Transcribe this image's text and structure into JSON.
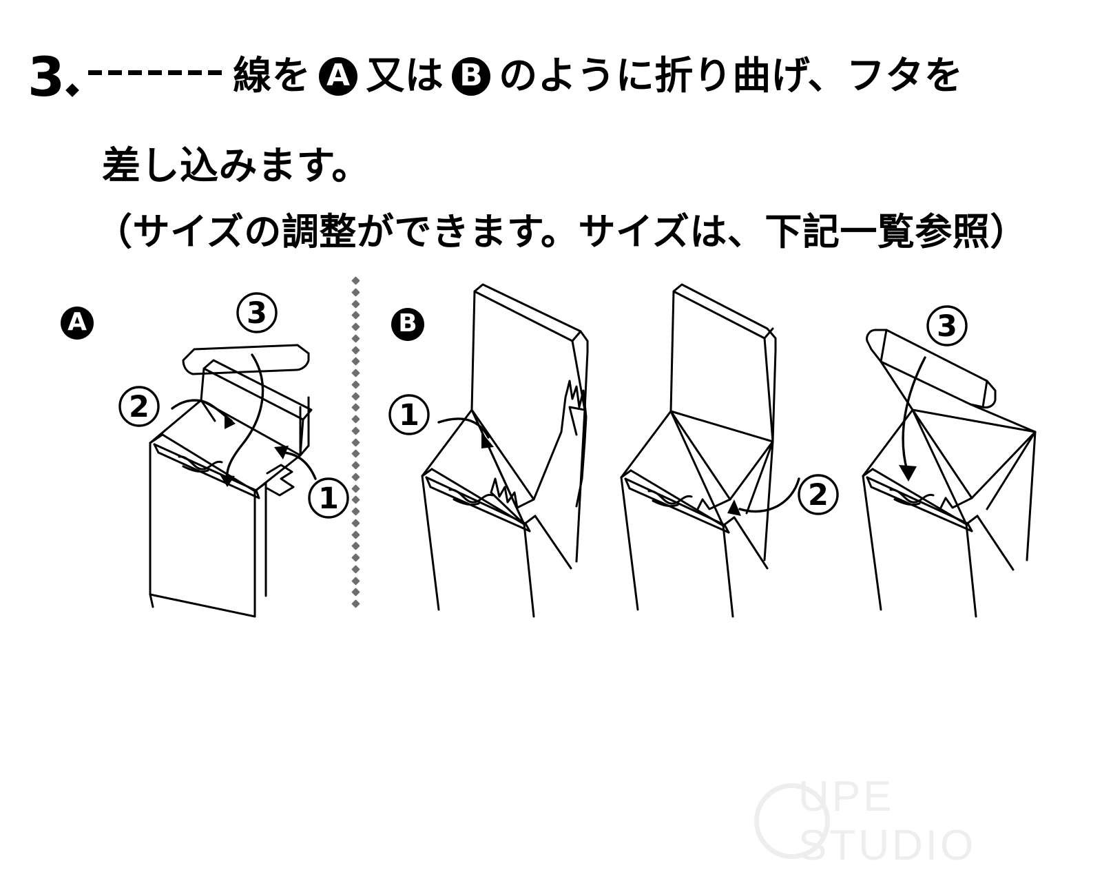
{
  "document": {
    "language": "ja",
    "kind": "assembly-instruction-step",
    "background_color": "#ffffff",
    "ink_color": "#000000"
  },
  "heading": {
    "step_number": "3",
    "step_separator": ".",
    "dash_segment_count": 7,
    "line1_prefix": "線を",
    "badge_a": "A",
    "line1_middle": "又は",
    "badge_b": "B",
    "line1_suffix": "のように折り曲げ、フタを",
    "line2": "差し込みます。",
    "line3": "（サイズの調整ができます。サイズは、下記一覧参照）",
    "full_text": "3. ------ 線を Ⓐ 又は Ⓑ のように折り曲げ、フタを差し込みます。（サイズの調整ができます。サイズは、下記一覧参照）"
  },
  "divider": {
    "style": "vertical-diamond-dots",
    "color": "#6e6e6e",
    "dot_count": 29
  },
  "panels": [
    {
      "id": "A",
      "badge_label": "A",
      "figure_count": 1,
      "figures": [
        {
          "id": "fig-a",
          "callouts": [
            {
              "label": "1",
              "position": "bottom-right"
            },
            {
              "label": "2",
              "position": "mid-left"
            },
            {
              "label": "3",
              "position": "top-right"
            }
          ]
        }
      ]
    },
    {
      "id": "B",
      "badge_label": "B",
      "figure_count": 3,
      "figures": [
        {
          "id": "fig-b1",
          "callouts": [
            {
              "label": "1",
              "position": "mid-left"
            }
          ]
        },
        {
          "id": "fig-b2",
          "callouts": [
            {
              "label": "2",
              "position": "mid-right"
            }
          ]
        },
        {
          "id": "fig-b3",
          "callouts": [
            {
              "label": "3",
              "position": "top-center"
            }
          ]
        }
      ]
    }
  ],
  "callout_labels": {
    "one": "1",
    "two": "2",
    "three": "3"
  },
  "watermark": {
    "text": "UPE STUDIO",
    "full_brand": "LOUPE STUDIO",
    "color": "#eeeeee"
  }
}
